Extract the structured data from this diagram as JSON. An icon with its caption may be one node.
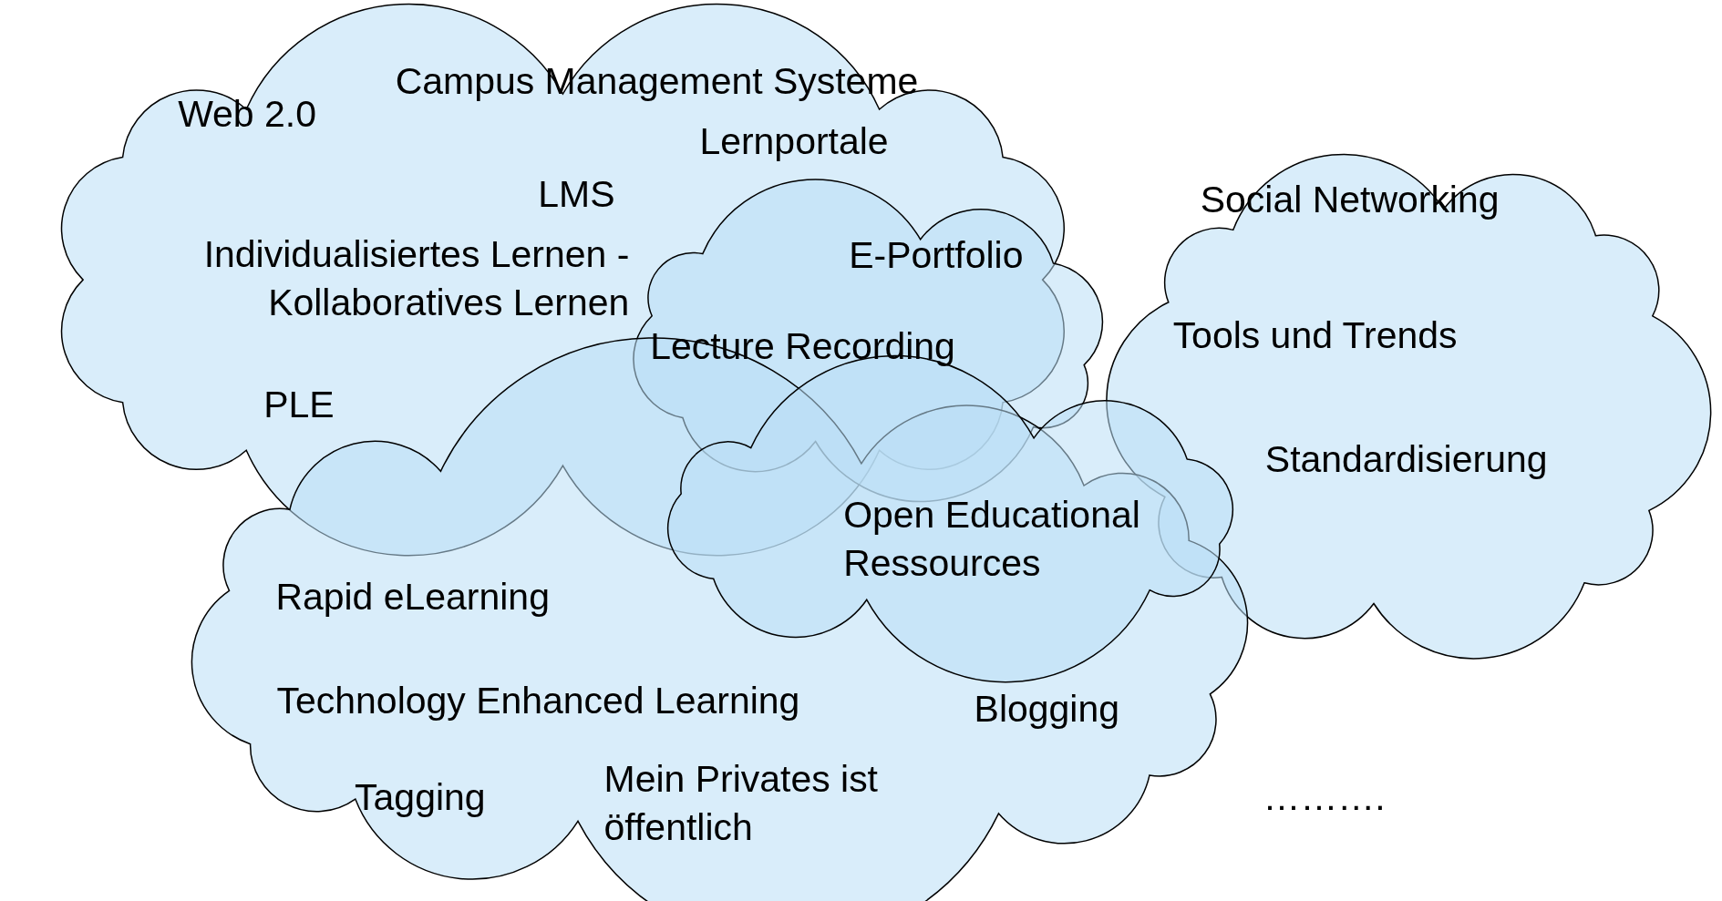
{
  "diagram": {
    "nodes": [
      {
        "text": [
          "Campus Management Systeme",
          "Web 2.0",
          "Lernportale",
          "LMS",
          "Individualisiertes Lernen - Kollaboratives Lernen",
          "PLE"
        ]
      },
      {
        "text": [
          "Social Networking",
          "Tools und Trends",
          "Standardisierung"
        ]
      },
      {
        "text": [
          "E-Portfolio",
          "Lecture Recording"
        ]
      },
      {
        "text": [
          "Open Educational Ressources"
        ],
        "in": 4
      },
      {
        "text": [
          "Rapid eLearning",
          "Technology Enhanced Learning",
          "Blogging",
          "Tagging",
          "Mein Privates ist öffentlich"
        ]
      }
    ],
    "edges": [],
    "labels": [
      "………."
    ]
  }
}
